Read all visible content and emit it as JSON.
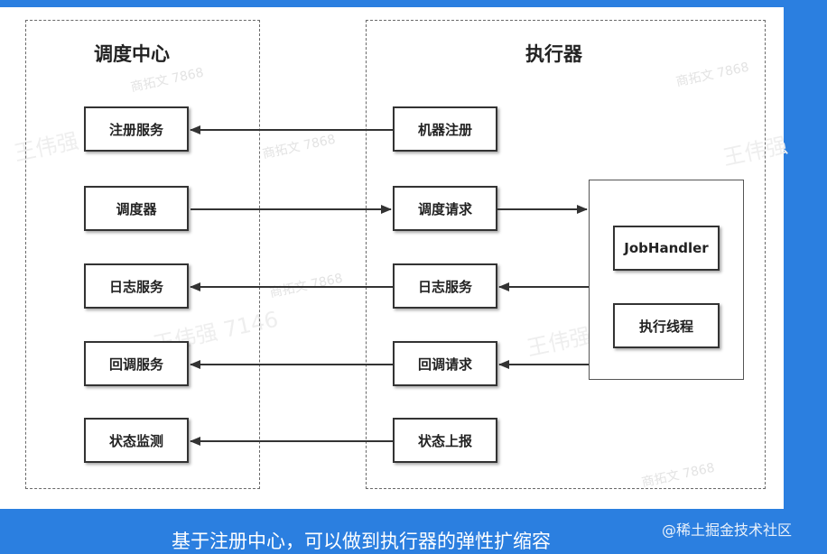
{
  "diagram": {
    "left_group": {
      "title": "调度中心",
      "boxes": [
        "注册服务",
        "调度器",
        "日志服务",
        "回调服务",
        "状态监测"
      ]
    },
    "right_group": {
      "title": "执行器",
      "boxes": [
        "机器注册",
        "调度请求",
        "日志服务",
        "回调请求",
        "状态上报"
      ]
    },
    "executor_pool": {
      "boxes": [
        "JobHandler",
        "执行线程"
      ]
    },
    "watermarks": [
      "王伟强 7146",
      "王伟强 7146",
      "王伟强",
      "王伟强 7146",
      "商拓文 7868",
      "商拓文 7868",
      "商拓文 7868",
      "商拓文 7868",
      "商拓文 7868"
    ]
  },
  "caption": "基于注册中心，可以做到执行器的弹性扩缩容",
  "credit": "@稀土掘金技术社区",
  "colors": {
    "background": "#2b7fe0",
    "panel": "#ffffff",
    "stroke": "#333333"
  }
}
